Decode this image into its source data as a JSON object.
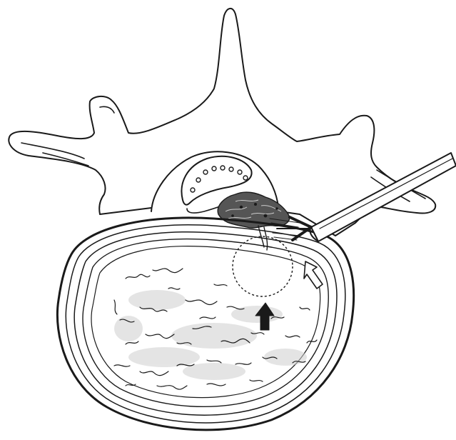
{
  "figure": {
    "kind": "medical line illustration",
    "colors": {
      "ink": "#1a1a1a",
      "paper": "#ffffff",
      "herniation_fill": "#555555",
      "nucleus_mottle": "#9a9a9a",
      "instrument_fill": "#ffffff"
    },
    "arrows": [
      {
        "name": "solid-upward-arrow",
        "style": "filled",
        "direction": "up"
      },
      {
        "name": "hollow-upward-arrow",
        "style": "outline",
        "direction": "up-left"
      },
      {
        "name": "instrument-tip-arrow",
        "style": "outline-bold",
        "direction": "right"
      }
    ],
    "markers": [
      {
        "name": "dashed-circle",
        "style": "dashed"
      }
    ]
  }
}
